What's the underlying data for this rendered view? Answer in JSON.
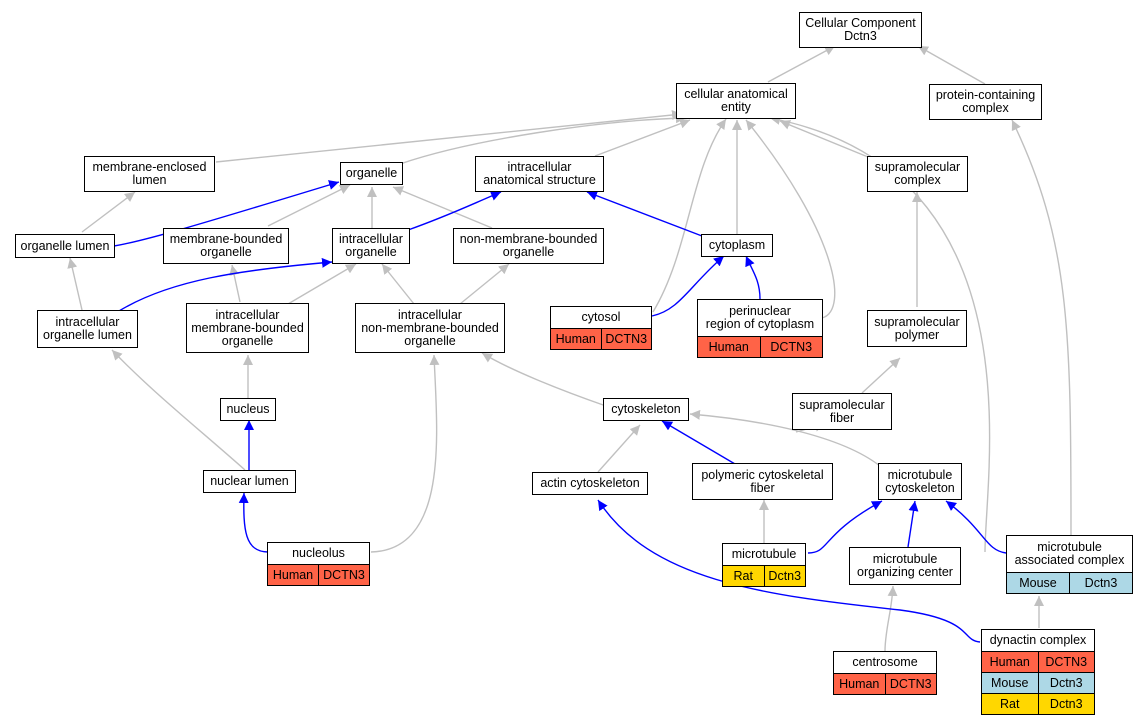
{
  "nodes": {
    "cellular_component": "Cellular Component\nDctn3",
    "cellular_anatomical_entity": "cellular anatomical\nentity",
    "protein_containing_complex": "protein-containing\ncomplex",
    "membrane_enclosed_lumen": "membrane-enclosed\nlumen",
    "organelle": "organelle",
    "intracellular_anatomical_structure": "intracellular\nanatomical structure",
    "supramolecular_complex": "supramolecular\ncomplex",
    "organelle_lumen": "organelle lumen",
    "membrane_bounded_organelle": "membrane-bounded\norganelle",
    "intracellular_organelle": "intracellular\norganelle",
    "non_membrane_bounded_organelle": "non-membrane-bounded\norganelle",
    "cytoplasm": "cytoplasm",
    "intracellular_organelle_lumen": "intracellular\norganelle lumen",
    "intracellular_membrane_bounded_organelle": "intracellular\nmembrane-bounded\norganelle",
    "intracellular_non_membrane_bounded_organelle": "intracellular\nnon-membrane-bounded\norganelle",
    "cytosol": "cytosol",
    "perinuclear_region": "perinuclear\nregion of cytoplasm",
    "supramolecular_polymer": "supramolecular\npolymer",
    "nucleus": "nucleus",
    "cytoskeleton": "cytoskeleton",
    "supramolecular_fiber": "supramolecular\nfiber",
    "nuclear_lumen": "nuclear lumen",
    "actin_cytoskeleton": "actin cytoskeleton",
    "polymeric_cytoskeletal_fiber": "polymeric cytoskeletal\nfiber",
    "microtubule_cytoskeleton": "microtubule\ncytoskeleton",
    "nucleolus": "nucleolus",
    "microtubule": "microtubule",
    "microtubule_organizing_center": "microtubule\norganizing center",
    "microtubule_associated_complex": "microtubule\nassociated complex",
    "centrosome": "centrosome",
    "dynactin_complex": "dynactin complex"
  },
  "annotations": {
    "cytosol": [
      {
        "species": "Human",
        "gene": "DCTN3"
      }
    ],
    "perinuclear_region": [
      {
        "species": "Human",
        "gene": "DCTN3"
      }
    ],
    "nucleolus": [
      {
        "species": "Human",
        "gene": "DCTN3"
      }
    ],
    "microtubule": [
      {
        "species": "Rat",
        "gene": "Dctn3"
      }
    ],
    "microtubule_associated_complex": [
      {
        "species": "Mouse",
        "gene": "Dctn3"
      }
    ],
    "centrosome": [
      {
        "species": "Human",
        "gene": "DCTN3"
      }
    ],
    "dynactin_complex": [
      {
        "species": "Human",
        "gene": "DCTN3"
      },
      {
        "species": "Mouse",
        "gene": "Dctn3"
      },
      {
        "species": "Rat",
        "gene": "Dctn3"
      }
    ]
  },
  "colors": {
    "is_a_edge": "#c0c0c0",
    "part_of_edge": "#0000ff",
    "human": "#ff6347",
    "mouse": "#add8e6",
    "rat": "#ffd700"
  }
}
